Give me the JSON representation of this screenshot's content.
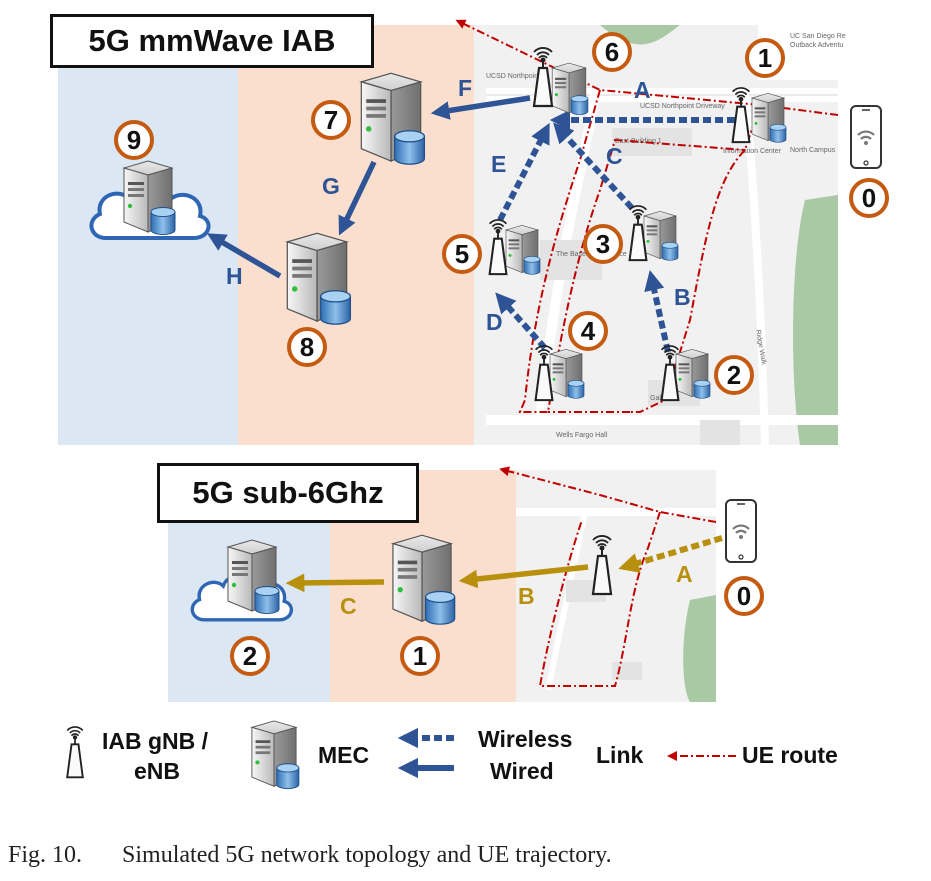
{
  "titles": {
    "iab": "5G mmWave IAB",
    "sub6": "5G sub-6Ghz"
  },
  "colors": {
    "cloud_bg": "#dbe7f3",
    "mec_bg": "#fadfcf",
    "map_bg": "#f1f1f1",
    "wireless_mmwave": "#2e5496",
    "wired_mmwave": "#2e5496",
    "link_sub6": "#b8900e",
    "node_circle": "#c55a11",
    "route": "#c00000"
  },
  "mmwave": {
    "nodes": [
      "0",
      "1",
      "2",
      "3",
      "4",
      "5",
      "6",
      "7",
      "8",
      "9"
    ],
    "links": [
      "A",
      "B",
      "C",
      "D",
      "E",
      "F",
      "G",
      "H"
    ]
  },
  "sub6": {
    "nodes": [
      "0",
      "1",
      "2"
    ],
    "links": [
      "A",
      "B",
      "C"
    ]
  },
  "map_labels": [
    "UC San Diego Re",
    "Outback Adventu",
    "UCSD Northpoint Driveway",
    "UCSD Northpoint",
    "North Campus",
    "Information Center",
    "East Building 1",
    "The Basement Terrace",
    "Wells Fargo Hall",
    "Galbraith",
    "Ridge Walk"
  ],
  "legend": {
    "iab_line1": "IAB gNB /",
    "iab_line2": "eNB",
    "mec": "MEC",
    "wireless": "Wireless",
    "wired": "Wired",
    "link": "Link",
    "route": "UE route"
  },
  "caption": {
    "label": "Fig. 10.",
    "text": "Simulated 5G network topology and UE trajectory."
  }
}
